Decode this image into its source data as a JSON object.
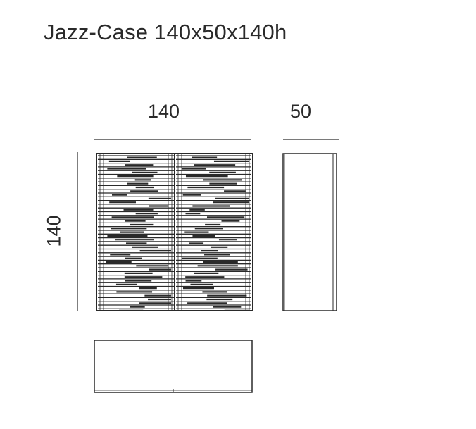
{
  "title": "Jazz-Case 140x50x140h",
  "dimensions": {
    "width": "140",
    "depth": "50",
    "height": "140"
  },
  "colors": {
    "line": "#2a2a2a"
  }
}
